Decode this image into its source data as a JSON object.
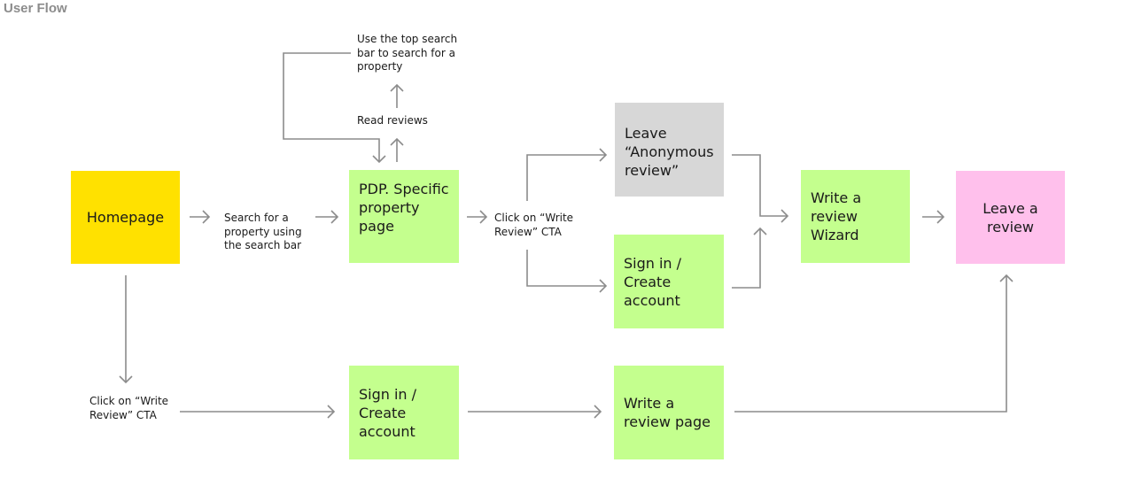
{
  "title": "User Flow",
  "colors": {
    "homepage": "#ffe100",
    "step": "#c4ff8e",
    "anonymous": "#d7d7d7",
    "final": "#ffc0ec",
    "connector": "#8c8c8c"
  },
  "nodes": {
    "homepage": "Homepage",
    "pdp": "PDP. Specific\nproperty\npage",
    "anonymous_review": "Leave\n“Anonymous\nreview”",
    "sign_in_top": "Sign in /\nCreate\naccount",
    "wizard": "Write a\nreview\nWizard",
    "leave_review": "Leave a\nreview",
    "sign_in_bottom": "Sign in /\nCreate\naccount",
    "write_review_page": "Write a\nreview page"
  },
  "labels": {
    "search_bar": "Use the top search\nbar to search for a\nproperty",
    "read_reviews": "Read reviews",
    "search_property": "Search for a\nproperty using\nthe search bar",
    "click_cta_top": "Click on “Write\nReview” CTA",
    "click_cta_bottom": "Click on “Write\nReview” CTA"
  }
}
